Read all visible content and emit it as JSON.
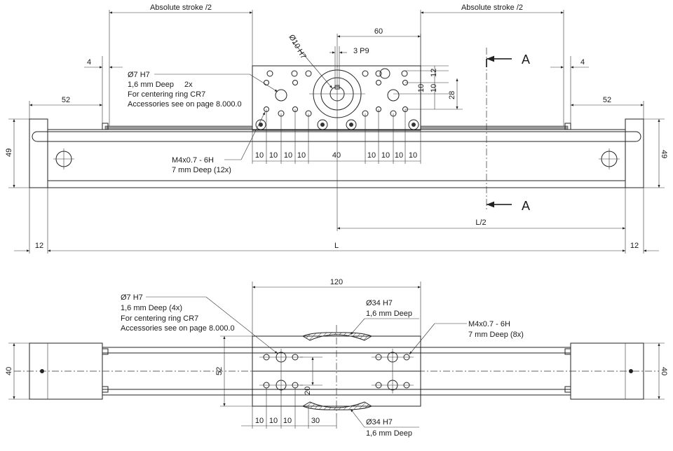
{
  "top_view": {
    "dimensions": {
      "abs_stroke_left": "Absolute stroke /2",
      "abs_stroke_right": "Absolute stroke /2",
      "d60": "60",
      "d3p9": "3 P9",
      "d10h7": "Ø10 H7",
      "d4_left": "4",
      "d4_right": "4",
      "d52_left": "52",
      "d52_right": "52",
      "d12a": "12",
      "d10a": "10",
      "d10b": "10",
      "d28": "28",
      "d49_left": "49",
      "d49_right": "49",
      "d40": "40",
      "d10_1": "10",
      "d10_2": "10",
      "d10_3": "10",
      "d10_4": "10",
      "d10_5": "10",
      "d10_6": "10",
      "d10_7": "10",
      "d10_8": "10",
      "dL2": "L/2",
      "dL": "L",
      "d12_left": "12",
      "d12_right": "12"
    },
    "callout_centering": {
      "line1": "Ø7 H7",
      "line2": "1,6 mm Deep",
      "qty": "2x",
      "line3": "For centering ring CR7",
      "line4": "Accessories see on page 8.000.0"
    },
    "callout_thread": {
      "line1": "M4x0.7 - 6H",
      "line2": "7 mm Deep (12x)"
    },
    "section_a_top": "A",
    "section_a_bottom": "A"
  },
  "bottom_view": {
    "dimensions": {
      "d120": "120",
      "d40_left": "40",
      "d40_right": "40",
      "d52": "52",
      "d20": "20",
      "d10_1": "10",
      "d10_2": "10",
      "d10_3": "10",
      "d30": "30"
    },
    "callout_centering": {
      "line1": "Ø7 H7",
      "line2": "1,6 mm Deep (4x)",
      "line3": "For centering ring CR7",
      "line4": "Accessories see on page 8.000.0"
    },
    "callout_bore_top": {
      "line1": "Ø34 H7",
      "line2": "1,6 mm Deep"
    },
    "callout_bore_bottom": {
      "line1": "Ø34 H7",
      "line2": "1,6 mm Deep"
    },
    "callout_thread": {
      "line1": "M4x0.7 - 6H",
      "line2": "7 mm Deep (8x)"
    }
  }
}
